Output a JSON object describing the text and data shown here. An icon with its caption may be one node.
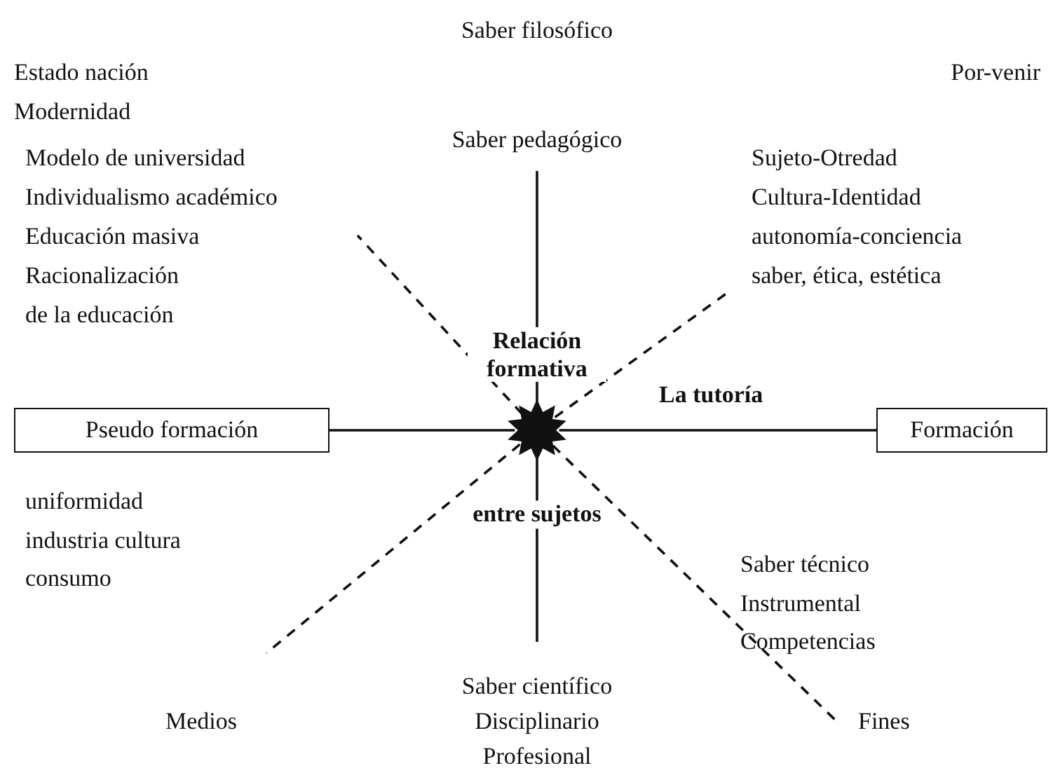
{
  "diagram": {
    "nodes": [
      {
        "text": [],
        "shape": "star"
      },
      {
        "text": [
          "Pseudo formación"
        ]
      },
      {
        "text": [
          "Formación"
        ]
      }
    ],
    "edges": [
      {
        "from": 0,
        "to": 1,
        "arrow": "none"
      },
      {
        "from": 0,
        "to": 2,
        "arrow": "none"
      },
      {
        "from": 0,
        "to": null,
        "arrow": "none"
      },
      {
        "from": 0,
        "to": null,
        "arrow": "none"
      },
      {
        "from": 0,
        "to": null,
        "arrow": "none",
        "style": "dashed"
      },
      {
        "from": 0,
        "to": null,
        "arrow": "none",
        "style": "dashed"
      },
      {
        "from": 0,
        "to": null,
        "arrow": "none",
        "style": "dashed"
      },
      {
        "from": 0,
        "to": null,
        "arrow": "none",
        "style": "dashed"
      }
    ],
    "labels": [
      "Saber filosófico",
      "Estado nación",
      "Modernidad",
      "Por-venir",
      "Saber pedagógico",
      "Modelo de universidad",
      "Individualismo académico",
      "Educación masiva",
      "Racionalización",
      "de la educación",
      "Sujeto-Otredad",
      "Cultura-Identidad",
      "autonomía-conciencia",
      "saber, ética, estética",
      "Relación formativa",
      "La tutoría",
      "uniformidad",
      "industria cultura",
      "consumo",
      "entre sujetos",
      "Saber técnico",
      "Instrumental",
      "Competencias",
      "Saber científico",
      "Disciplinario",
      "Profesional",
      "Medios",
      "Fines"
    ]
  }
}
